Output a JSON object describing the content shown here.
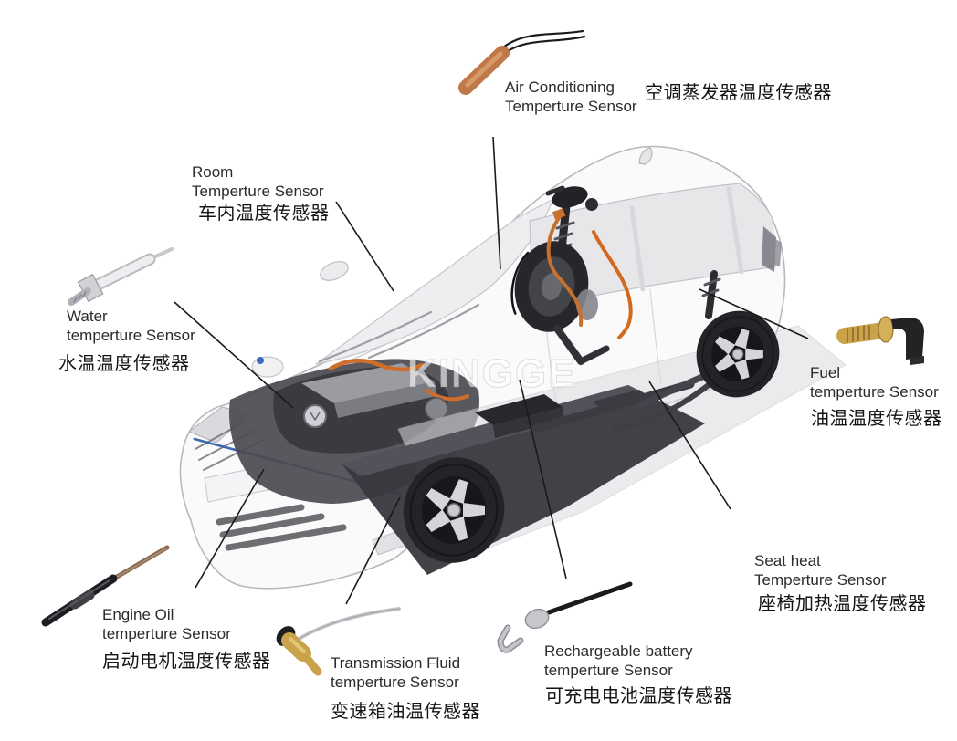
{
  "watermark": "KINGGE",
  "colors": {
    "leader_line": "#1a1a1a",
    "copper": "#c07848",
    "brass": "#c9a24a",
    "cable_black": "#1b1b1e",
    "hv_cable_orange": "#d2691e",
    "front_accent_blue": "#2a5aa8",
    "label_text": "#2b2b2b"
  },
  "sensors": [
    {
      "id": "air-conditioning",
      "en_line1": "Air Conditioning",
      "en_line2": "Temperture Sensor",
      "zh": "空调蒸发器温度传感器"
    },
    {
      "id": "room",
      "en_line1": "Room",
      "en_line2": "Temperture Sensor",
      "zh": "车内温度传感器"
    },
    {
      "id": "water",
      "en_line1": "Water",
      "en_line2": "temperture Sensor",
      "zh": "水温温度传感器"
    },
    {
      "id": "engine-oil",
      "en_line1": "Engine Oil",
      "en_line2": "temperture Sensor",
      "zh": "启动电机温度传感器"
    },
    {
      "id": "transmission-fluid",
      "en_line1": "Transmission Fluid",
      "en_line2": "temperture Sensor",
      "zh": "变速箱油温传感器"
    },
    {
      "id": "rechargeable-battery",
      "en_line1": "Rechargeable battery",
      "en_line2": "temperture Sensor",
      "zh": "可充电电池温度传感器"
    },
    {
      "id": "seat-heat",
      "en_line1": "Seat heat",
      "en_line2": "Temperture Sensor",
      "zh": "座椅加热温度传感器"
    },
    {
      "id": "fuel",
      "en_line1": "Fuel",
      "en_line2": "temperture Sensor",
      "zh": "油温温度传感器"
    }
  ]
}
